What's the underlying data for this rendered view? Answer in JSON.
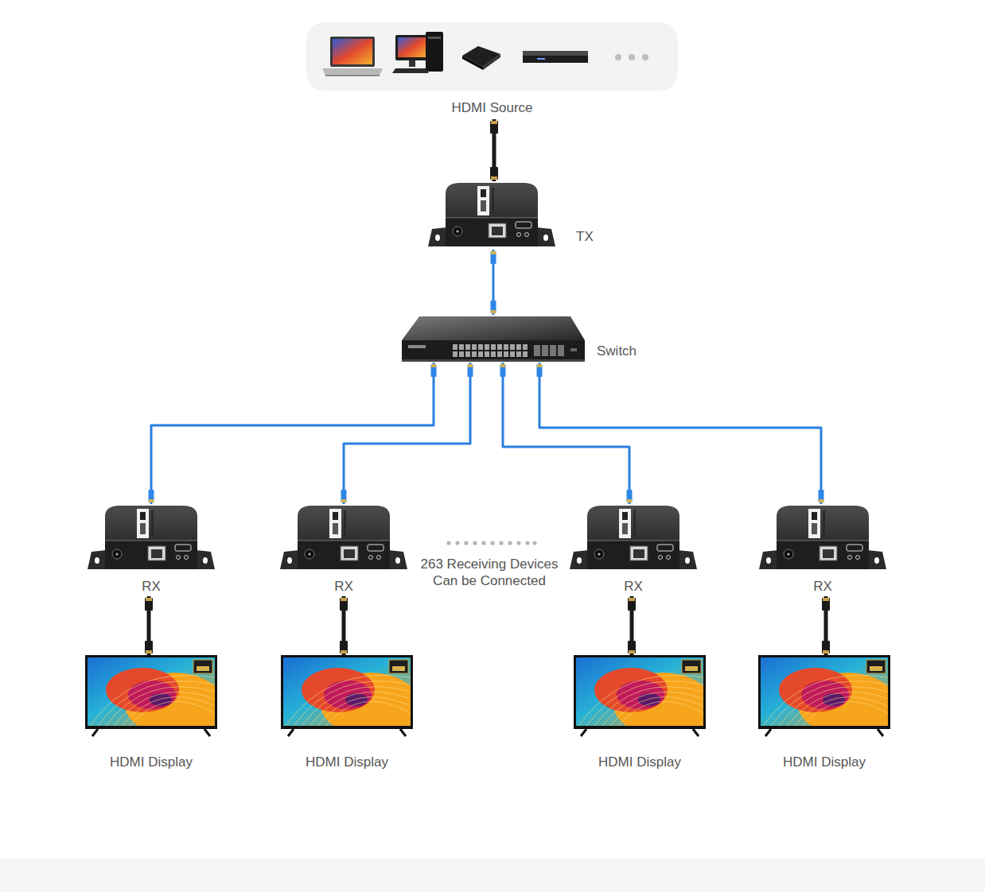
{
  "diagram": {
    "nodes": [
      {
        "text": [
          "HDMI Source"
        ]
      },
      {
        "text": [
          "TX"
        ]
      },
      {
        "text": [
          "Switch"
        ]
      },
      {
        "text": [
          "RX"
        ]
      },
      {
        "text": [
          "RX"
        ]
      },
      {
        "text": [
          "RX"
        ]
      },
      {
        "text": [
          "RX"
        ]
      },
      {
        "text": [
          "HDMI Display"
        ]
      },
      {
        "text": [
          "HDMI Display"
        ]
      },
      {
        "text": [
          "HDMI Display"
        ]
      },
      {
        "text": [
          "HDMI Display"
        ]
      }
    ],
    "edges": [
      {
        "from": 0,
        "to": 1,
        "arrow": "none"
      },
      {
        "from": 1,
        "to": 2,
        "arrow": "none"
      },
      {
        "from": 2,
        "to": 3,
        "arrow": "none"
      },
      {
        "from": 2,
        "to": 4,
        "arrow": "none"
      },
      {
        "from": 2,
        "to": 5,
        "arrow": "none"
      },
      {
        "from": 2,
        "to": 6,
        "arrow": "none"
      },
      {
        "from": 3,
        "to": 7,
        "arrow": "none"
      },
      {
        "from": 4,
        "to": 8,
        "arrow": "none"
      },
      {
        "from": 5,
        "to": 9,
        "arrow": "none"
      },
      {
        "from": 6,
        "to": 10,
        "arrow": "none"
      }
    ],
    "labels": [
      "263 Receiving Devices Can be Connected"
    ]
  }
}
